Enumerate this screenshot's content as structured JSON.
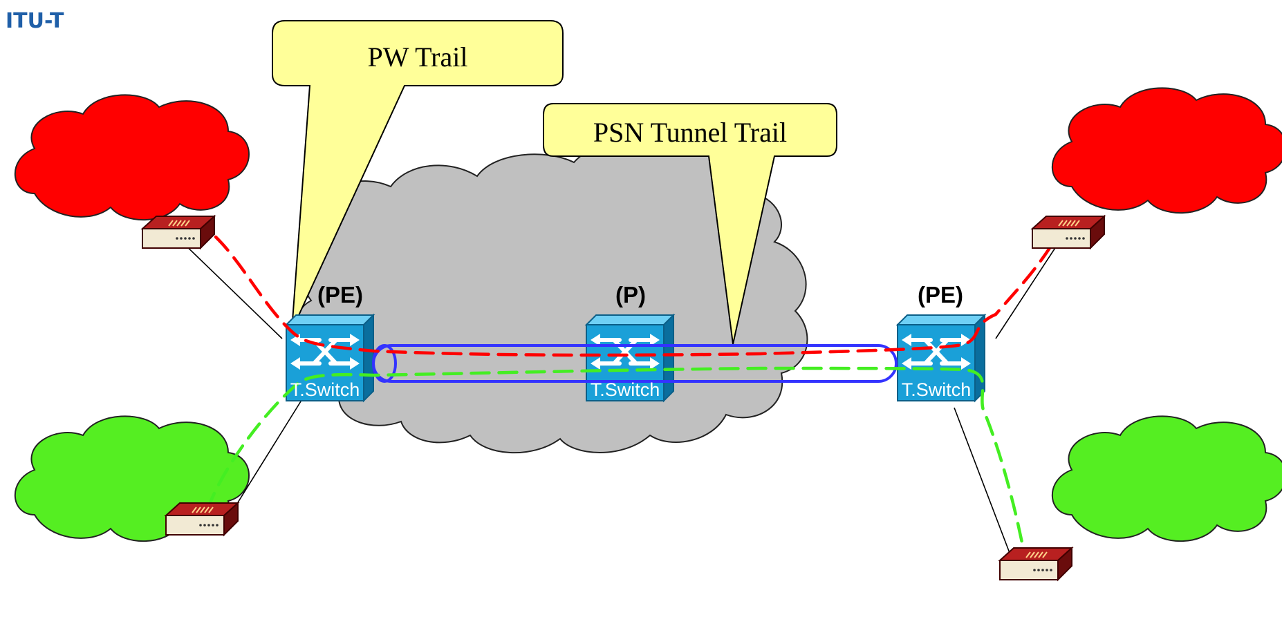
{
  "header": {
    "org_label": "ITU-T"
  },
  "callouts": {
    "pw_trail": "PW Trail",
    "psn_tunnel_trail": "PSN Tunnel Trail"
  },
  "nodes": {
    "pe_left": {
      "role": "(PE)",
      "caption": "T.Switch"
    },
    "p_center": {
      "role": "(P)",
      "caption": "T.Switch"
    },
    "pe_right": {
      "role": "(PE)",
      "caption": "T.Switch"
    }
  },
  "colors": {
    "org_label": "#1f5fa8",
    "red_site": "#ff0000",
    "green_site": "#55ee22",
    "psn_cloud": "#c0c0c0",
    "callout_fill": "#ffff99",
    "switch_face": "#1aa0d8",
    "switch_side": "#0a6e9e",
    "tunnel": "#3333ff",
    "red_pw": "#ff0000",
    "green_pw": "#44ee22",
    "router_body": "#9a1010"
  },
  "icons": {
    "switch": "switch-icon",
    "router": "router-icon",
    "cloud": "cloud-icon"
  }
}
